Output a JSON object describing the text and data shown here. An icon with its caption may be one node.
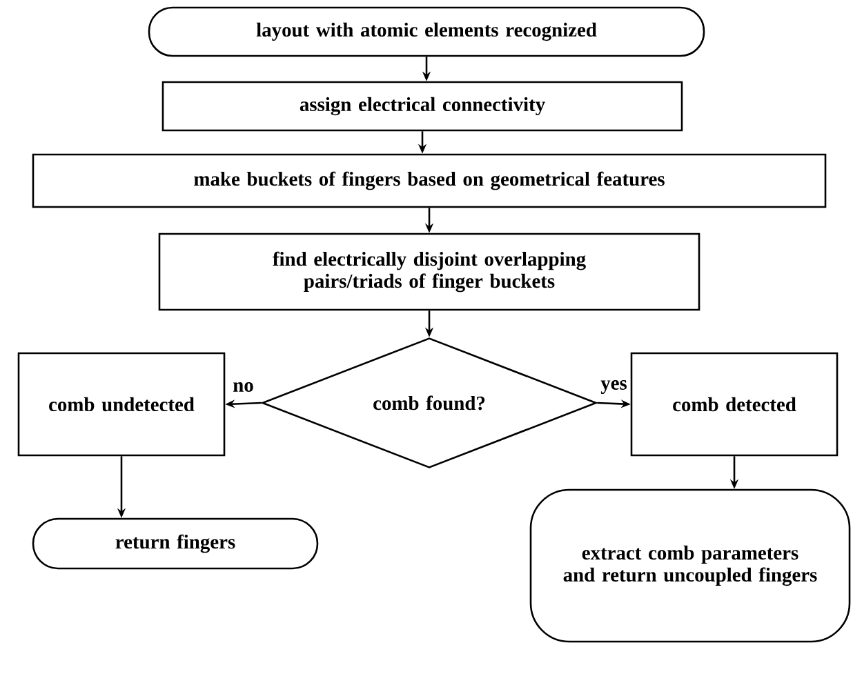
{
  "diagram": {
    "nodes": [
      {
        "text": [
          "layout with atomic elements recognized"
        ]
      },
      {
        "text": [
          "assign electrical connectivity"
        ]
      },
      {
        "text": [
          "make buckets of fingers based on geometrical features"
        ]
      },
      {
        "text": [
          "find electrically disjoint overlapping pairs/triads of finger buckets"
        ]
      },
      {
        "text": [
          "comb found?"
        ]
      },
      {
        "text": [
          "comb undetected"
        ]
      },
      {
        "text": [
          "comb detected"
        ]
      },
      {
        "text": [
          "return fingers"
        ]
      },
      {
        "text": [
          "extract comb parameters and return uncoupled fingers"
        ]
      }
    ],
    "edges": [
      {
        "from": 0,
        "to": 1,
        "arrow": "to"
      },
      {
        "from": 1,
        "to": 2,
        "arrow": "to"
      },
      {
        "from": 2,
        "to": 3,
        "arrow": "to"
      },
      {
        "from": 3,
        "to": 4,
        "arrow": "to"
      },
      {
        "from": 4,
        "to": 5,
        "arrow": "to",
        "label": "no"
      },
      {
        "from": 4,
        "to": 6,
        "arrow": "to",
        "label": "yes"
      },
      {
        "from": 5,
        "to": 7,
        "arrow": "to"
      },
      {
        "from": 6,
        "to": 8,
        "arrow": "to"
      }
    ]
  }
}
